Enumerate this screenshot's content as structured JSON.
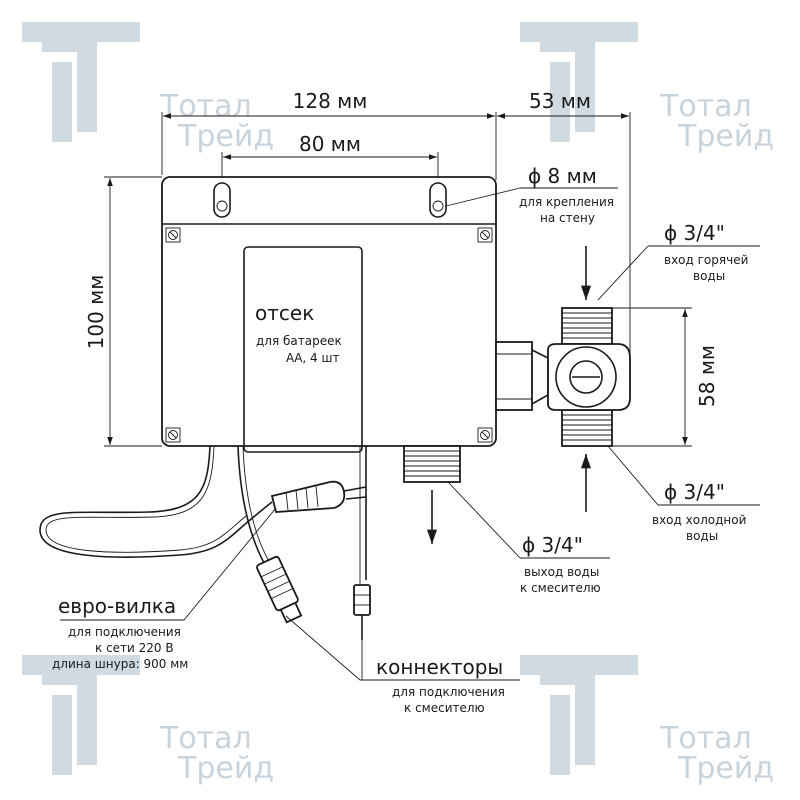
{
  "watermark": {
    "line1": "Тотал",
    "line2": "Трейд"
  },
  "dimensions": {
    "width": "128 мм",
    "inner_width": "80 мм",
    "height": "100 мм",
    "depth": "53 мм",
    "valve_height": "58 мм"
  },
  "mount": {
    "diameter": "ϕ 8 мм",
    "note_line1": "для крепления",
    "note_line2": "на стену"
  },
  "compartment": {
    "title": "отсек",
    "line1": "для батареек",
    "line2": "АА, 4 шт"
  },
  "hot_inlet": {
    "size": "ϕ 3/4\"",
    "line1": "вход горячей",
    "line2": "воды"
  },
  "cold_inlet": {
    "size": "ϕ 3/4\"",
    "line1": "вход холодной",
    "line2": "воды"
  },
  "outlet": {
    "size": "ϕ 3/4\"",
    "line1": "выход воды",
    "line2": "к смесителю"
  },
  "plug": {
    "title": "евро-вилка",
    "line1": "для подключения",
    "line2": "к сети 220 В",
    "line3": "длина шнура: 900 мм"
  },
  "connectors": {
    "title": "коннекторы",
    "line1": "для подключения",
    "line2": "к смесителю"
  }
}
